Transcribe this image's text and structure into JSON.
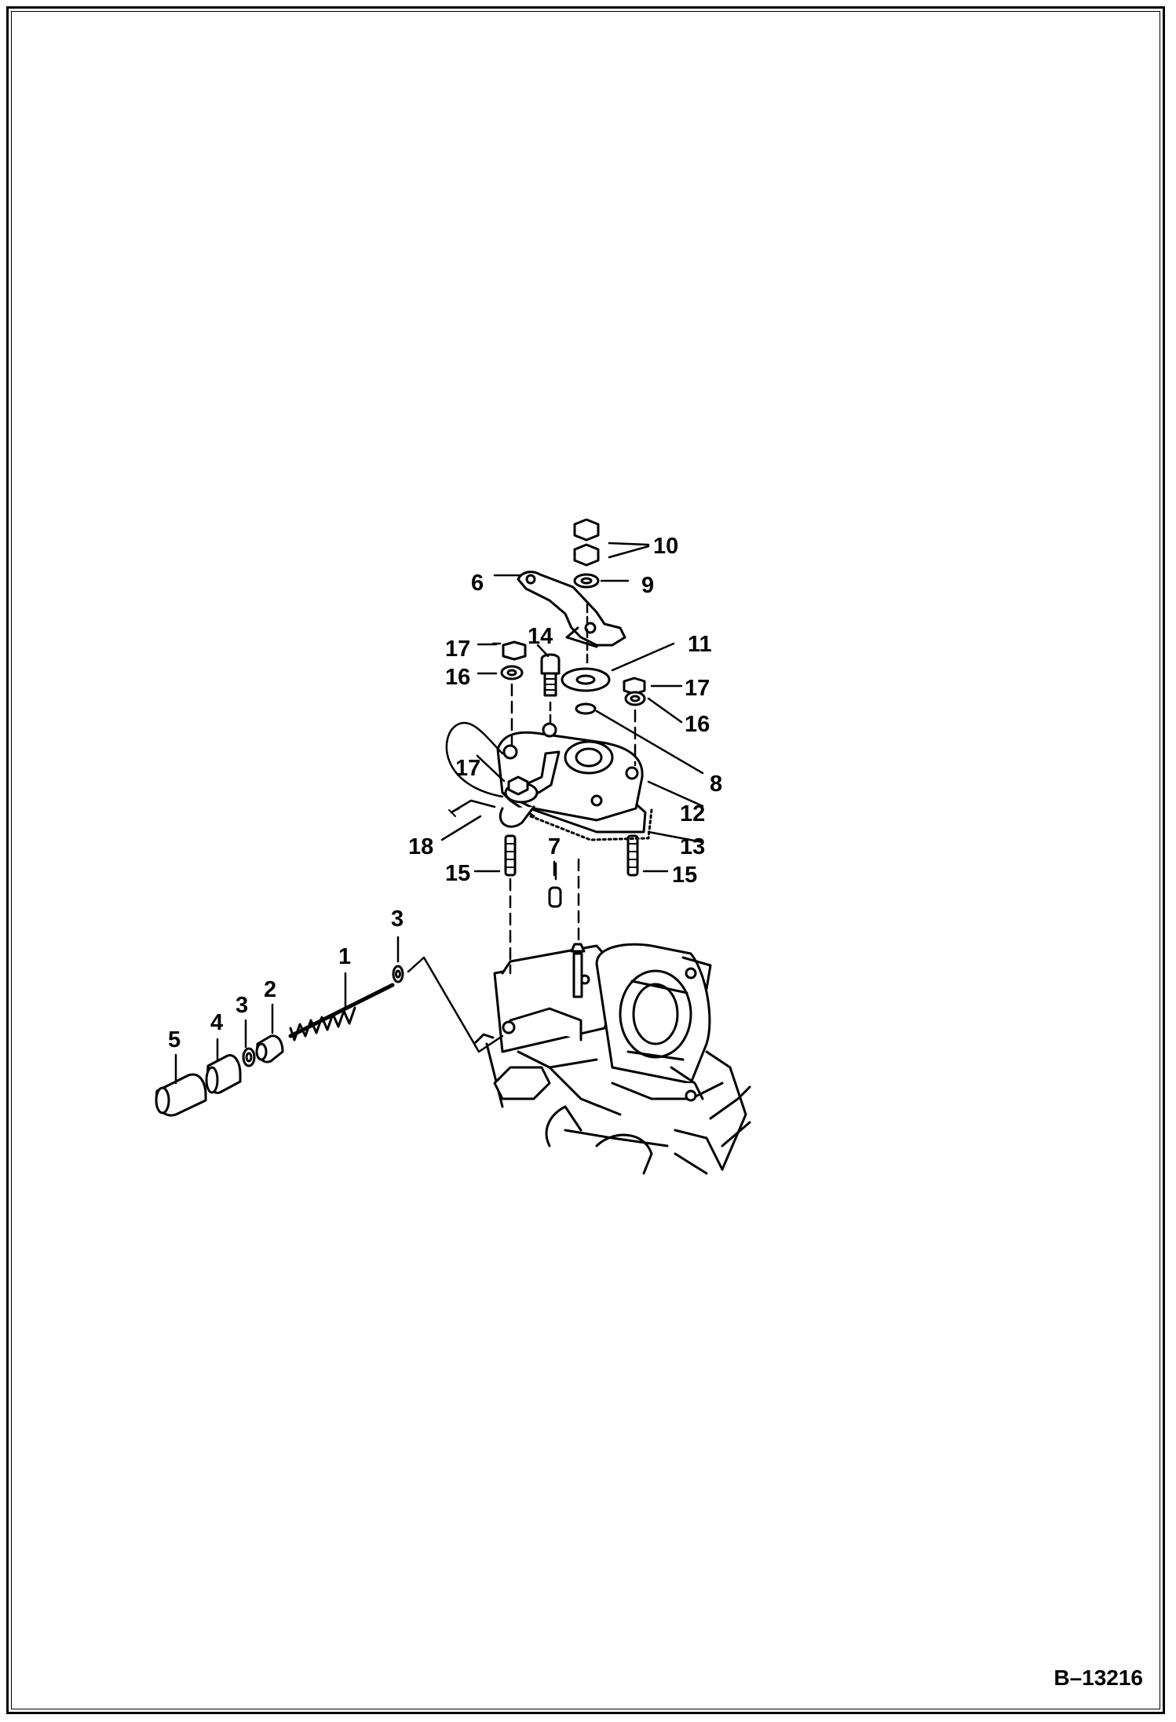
{
  "diagram": {
    "callouts": [
      {
        "id": "c1",
        "text": "1"
      },
      {
        "id": "c2",
        "text": "2"
      },
      {
        "id": "c3a",
        "text": "3"
      },
      {
        "id": "c3b",
        "text": "3"
      },
      {
        "id": "c4",
        "text": "4"
      },
      {
        "id": "c5",
        "text": "5"
      },
      {
        "id": "c6",
        "text": "6"
      },
      {
        "id": "c7",
        "text": "7"
      },
      {
        "id": "c8",
        "text": "8"
      },
      {
        "id": "c9",
        "text": "9"
      },
      {
        "id": "c10",
        "text": "10"
      },
      {
        "id": "c11",
        "text": "11"
      },
      {
        "id": "c12",
        "text": "12"
      },
      {
        "id": "c13",
        "text": "13"
      },
      {
        "id": "c14",
        "text": "14"
      },
      {
        "id": "c15a",
        "text": "15"
      },
      {
        "id": "c15b",
        "text": "15"
      },
      {
        "id": "c16a",
        "text": "16"
      },
      {
        "id": "c16b",
        "text": "16"
      },
      {
        "id": "c17a",
        "text": "17"
      },
      {
        "id": "c17b",
        "text": "17"
      },
      {
        "id": "c17c",
        "text": "17"
      },
      {
        "id": "c18",
        "text": "18"
      }
    ],
    "reference_number": "B–13216"
  },
  "colors": {
    "ink": "#000000",
    "paper": "#ffffff"
  }
}
